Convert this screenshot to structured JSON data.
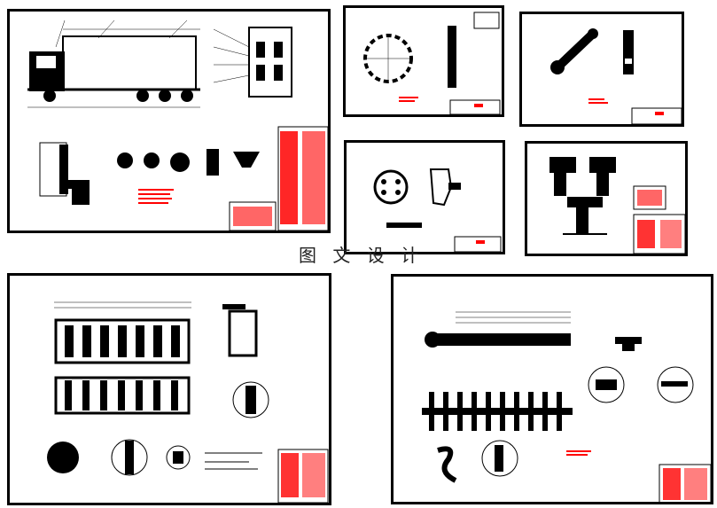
{
  "caption": "图 文 设 计",
  "colors": {
    "line": "#000000",
    "annotation": "#ff0000",
    "background": "#ffffff"
  },
  "sheets": [
    "sheet-truck-assembly",
    "sheet-circular-part",
    "sheet-link-part",
    "sheet-small-ring",
    "sheet-mechanism",
    "sheet-frame-assembly",
    "sheet-shaft-assembly"
  ]
}
